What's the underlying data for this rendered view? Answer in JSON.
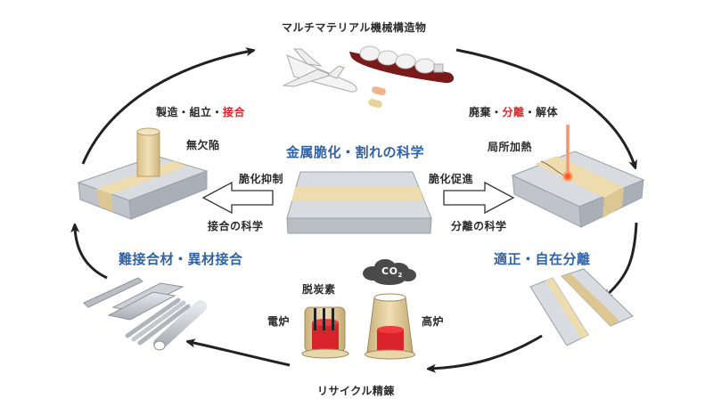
{
  "title": "マルチマテリアル機械構造物",
  "center": {
    "heading": "金属脆化・割れの科学",
    "left_top": "脆化抑制",
    "left_bottom": "接合の科学",
    "right_top": "脆化促進",
    "right_bottom": "分離の科学"
  },
  "left_upper": {
    "process_prefix": "製造・組立・",
    "process_highlight": "接合",
    "sample_label": "無欠陥"
  },
  "right_upper": {
    "process_prefix": "廃棄・",
    "process_highlight": "分離",
    "process_suffix": "・解体",
    "sample_label": "局所加熱"
  },
  "left_lower": {
    "heading": "難接合材・異材接合"
  },
  "right_lower": {
    "heading": "適正・自在分離"
  },
  "bottom": {
    "label": "リサイクル精錬",
    "eaf_top": "脱炭素",
    "eaf_label": "電炉",
    "bf_label": "高炉",
    "co2_label": "CO",
    "co2_sub": "2"
  },
  "colors": {
    "accent_blue": "#2f62a8",
    "highlight_red": "#e0262a",
    "weld_bead": "#eedcae",
    "steel": "#c9ced4",
    "molten": "#e52630"
  }
}
